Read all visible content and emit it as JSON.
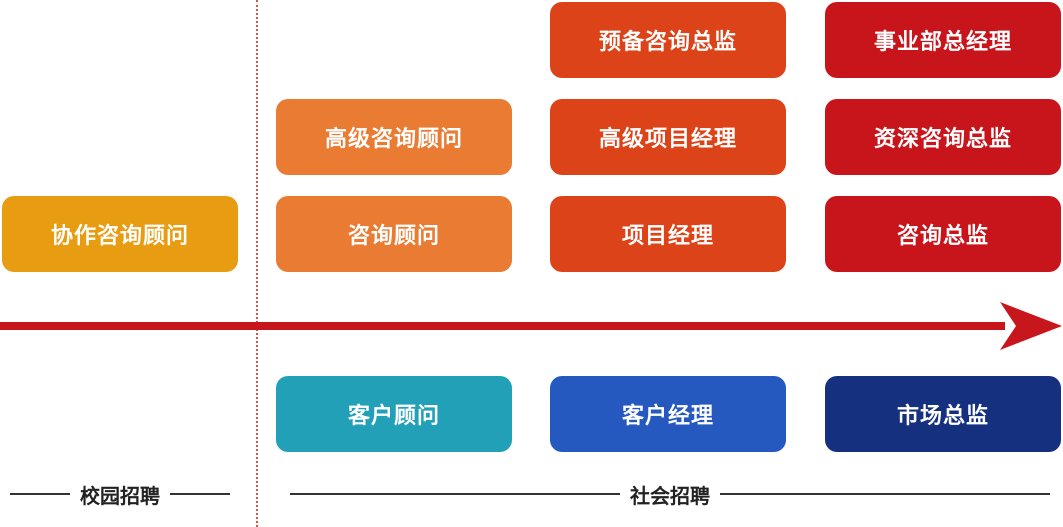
{
  "colors": {
    "collab": "#e89c11",
    "consult": "#ea7b33",
    "project": "#dd4318",
    "director": "#c8141b",
    "client_teal": "#22a0b8",
    "client_blue": "#2659bf",
    "market": "#14307e",
    "arrow": "#c8161d",
    "divider": "#d9534a"
  },
  "roles": {
    "collab_consultant": "协作咨询顾问",
    "consultant": "咨询顾问",
    "senior_consultant": "高级咨询顾问",
    "project_manager": "项目经理",
    "senior_project_manager": "高级项目经理",
    "reserve_director": "预备咨询总监",
    "consulting_director": "咨询总监",
    "senior_consulting_director": "资深咨询总监",
    "bu_general_manager": "事业部总经理",
    "client_consultant": "客户顾问",
    "account_manager": "客户经理",
    "marketing_director": "市场总监"
  },
  "footer": {
    "campus": "校园招聘",
    "social": "社会招聘"
  }
}
